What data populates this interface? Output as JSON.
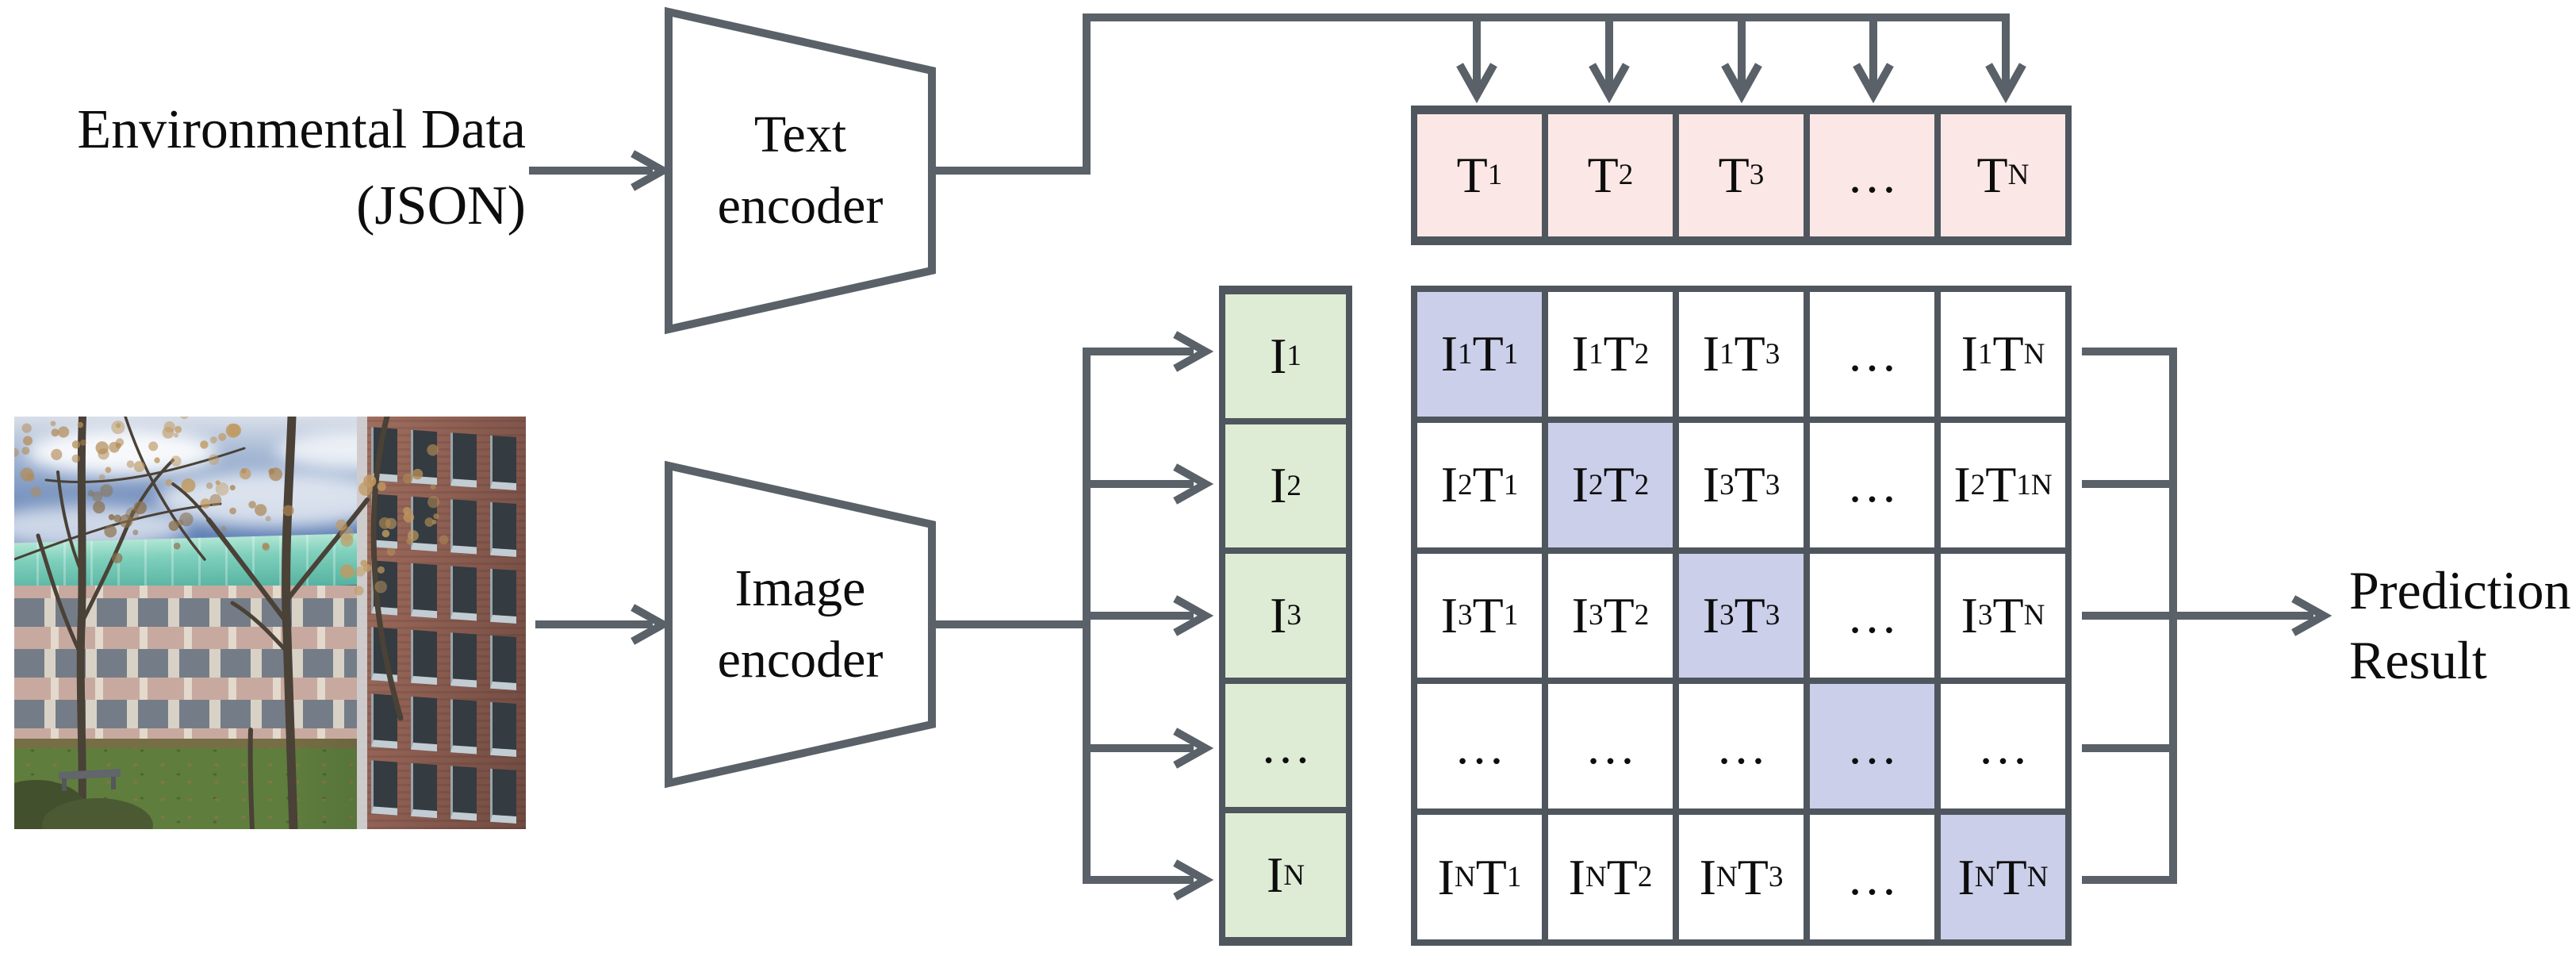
{
  "colors": {
    "line": "#5a6168",
    "cell_border": "#4f565e",
    "cell_fill": "#ffffff",
    "text_embedding_fill": "#fbe8e6",
    "image_embedding_fill": "#dfecd5",
    "diagonal_highlight_fill": "#cccfe9",
    "label_text": "#0d0d0d",
    "photo_sky": "#7d95bf",
    "photo_roof": "#62bcaa",
    "photo_facade": "#c8a9a0",
    "photo_brick": "#8d5e52",
    "photo_lawn": "#5f7e3e"
  },
  "input_text": {
    "line1": "Environmental Data",
    "line2": "(JSON)"
  },
  "image_input": {
    "alt": "Courtyard photo: bare autumn trees, building with green copper roof, red-brick building at right, lawn with fallen leaves"
  },
  "text_encoder": {
    "line1": "Text",
    "line2": "encoder"
  },
  "image_encoder": {
    "line1": "Image",
    "line2": "encoder"
  },
  "text_embeddings": [
    "T~1~",
    "T~2~",
    "T~3~",
    "…",
    "T~N~"
  ],
  "image_embeddings": [
    "I~1~",
    "I~2~",
    "I~3~",
    "…",
    "I~N~"
  ],
  "matrix": {
    "rows": [
      {
        "cells": [
          {
            "label": "I~1~T~1~",
            "highlight": true
          },
          {
            "label": "I~1~T~2~"
          },
          {
            "label": "I~1~T~3~"
          },
          {
            "label": "…"
          },
          {
            "label": "I~1~T~N~"
          }
        ]
      },
      {
        "cells": [
          {
            "label": "I~2~T~1~"
          },
          {
            "label": "I~2~T~2~",
            "highlight": true
          },
          {
            "label": "I~3~T~3~"
          },
          {
            "label": "…"
          },
          {
            "label": "I~2~T~1N~"
          }
        ]
      },
      {
        "cells": [
          {
            "label": "I~3~T~1~"
          },
          {
            "label": "I~3~T~2~"
          },
          {
            "label": "I~3~T~3~",
            "highlight": true
          },
          {
            "label": "…"
          },
          {
            "label": "I~3~T~N~"
          }
        ]
      },
      {
        "cells": [
          {
            "label": "…"
          },
          {
            "label": "…"
          },
          {
            "label": "…"
          },
          {
            "label": "…",
            "highlight": true
          },
          {
            "label": "…"
          }
        ]
      },
      {
        "cells": [
          {
            "label": "I~N~T~1~"
          },
          {
            "label": "I~N~T~2~"
          },
          {
            "label": "I~N~T~3~"
          },
          {
            "label": "…"
          },
          {
            "label": "I~N~T~N~",
            "highlight": true
          }
        ]
      }
    ]
  },
  "output": {
    "line1": "Prediction",
    "line2": "Result"
  }
}
